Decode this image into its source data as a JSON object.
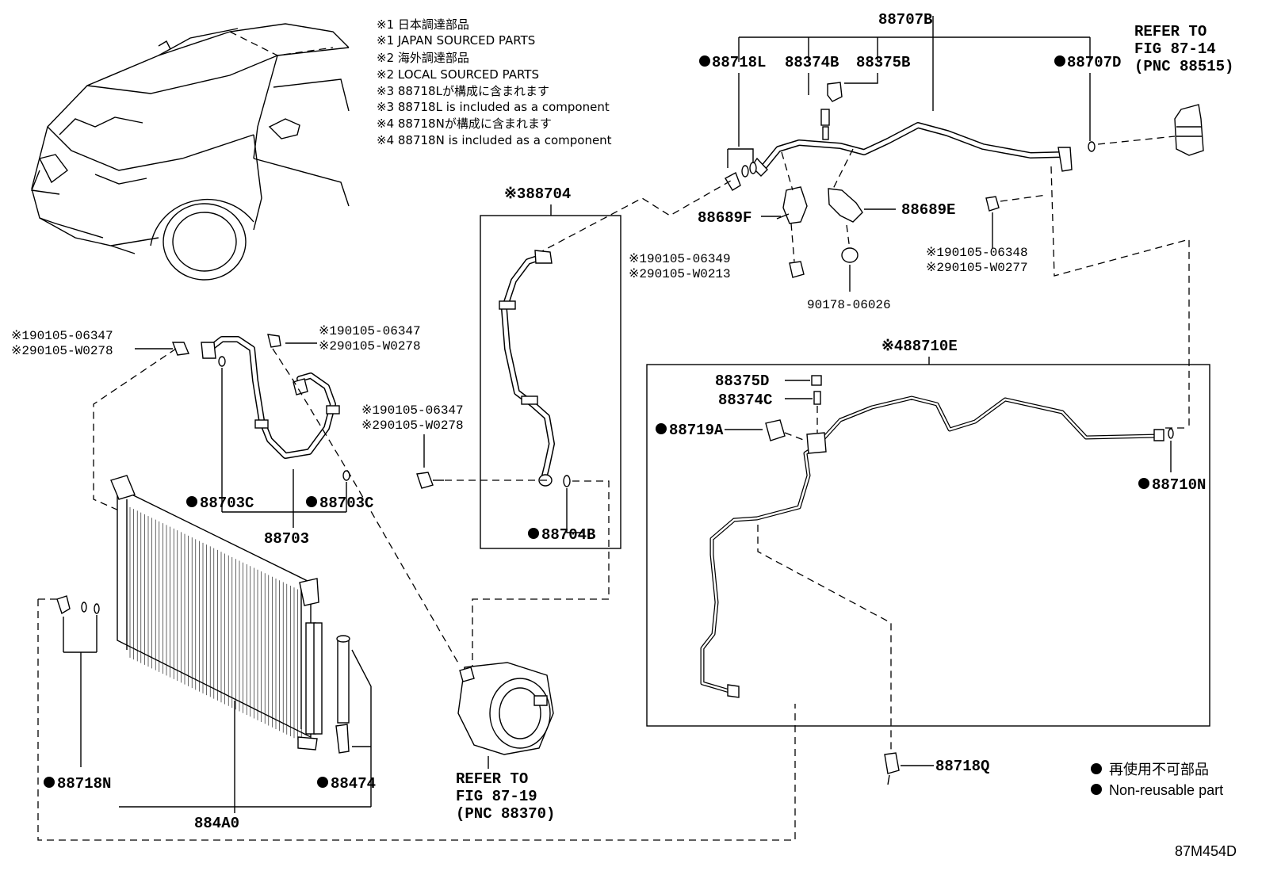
{
  "notes": [
    "※1 日本調達部品",
    "※1 JAPAN SOURCED PARTS",
    "※2 海外調達部品",
    "※2 LOCAL SOURCED PARTS",
    "※3 88718Lが構成に含まれます",
    "※3 88718L  is included as a component",
    "※4 88718Nが構成に含まれます",
    "※4 88718N is included as a component"
  ],
  "labels": {
    "p88707B": "88707B",
    "p88718L": "88718L",
    "p88374B": "88374B",
    "p88375B": "88375B",
    "p88707D": "88707D",
    "refer1": [
      "REFER TO",
      "FIG 87-14",
      "(PNC 88515)"
    ],
    "p88704": "※388704",
    "p88689F": "88689F",
    "p88689E": "88689E",
    "b1_1": "※190105-06349",
    "b1_2": "※290105-W0213",
    "b2_1": "※190105-06348",
    "b2_2": "※290105-W0277",
    "p90178": "90178-06026",
    "b3_1": "※190105-06347",
    "b3_2": "※290105-W0278",
    "b4_1": "※190105-06347",
    "b4_2": "※290105-W0278",
    "b5_1": "※190105-06347",
    "b5_2": "※290105-W0278",
    "p88710E": "※488710E",
    "p88375D": "88375D",
    "p88374C": "88374C",
    "p88719A": "88719A",
    "p88710N": "88710N",
    "p88703C_a": "88703C",
    "p88703C_b": "88703C",
    "p88703": "88703",
    "p88704B": "88704B",
    "p88718N": "88718N",
    "p88474": "88474",
    "p884A0": "884A0",
    "refer2": [
      "REFER TO",
      "FIG 87-19",
      "(PNC 88370)"
    ],
    "p88718Q": "88718Q"
  },
  "legend": {
    "jp": "再使用不可部品",
    "en": "Non-reusable part"
  },
  "figure_id": "87M454D"
}
